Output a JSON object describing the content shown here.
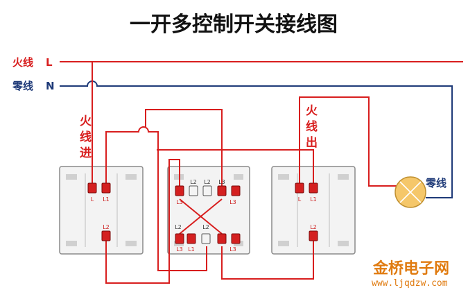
{
  "title": "一开多控制开关接线图",
  "labels": {
    "live_line": "火线",
    "live_letter": "L",
    "neutral_line": "零线",
    "neutral_letter": "N",
    "live_in_chars": [
      "火",
      "线",
      "进"
    ],
    "live_out_chars": [
      "火",
      "线",
      "出"
    ],
    "lamp_neutral": "零线"
  },
  "switch_left": {
    "terminals": [
      "L",
      "L1",
      "L2"
    ]
  },
  "switch_middle": {
    "top_terminals": [
      "L2",
      "L2",
      "L3"
    ],
    "top_sub_labels": [
      "L3",
      "L3"
    ],
    "bottom_terminals": [
      "L2",
      "L2"
    ],
    "bottom_sub_labels": [
      "L3",
      "L1",
      "L3"
    ]
  },
  "switch_right": {
    "terminals": [
      "L",
      "L1",
      "L2"
    ]
  },
  "watermark": {
    "name": "金桥电子网",
    "url": "www.ljqdzw.com"
  },
  "colors": {
    "live": "#d81e1e",
    "neutral": "#1e3a78",
    "terminal": "#d42020",
    "lamp": "#f5c76a"
  }
}
